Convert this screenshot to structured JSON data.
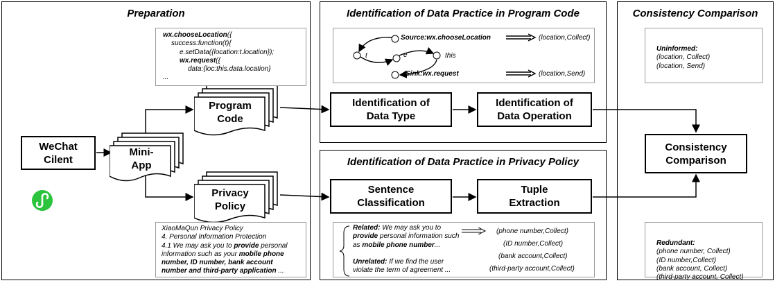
{
  "panels": {
    "preparation": "Preparation",
    "code": "Identification of Data Practice in Program Code",
    "policy": "Identification of Data Practice in Privacy Policy",
    "consistency": "Consistency Comparison"
  },
  "nodes": {
    "wechat": "WeChat\nCilent",
    "miniapp": "Mini-\nApp",
    "program_code": "Program\nCode",
    "privacy_policy": "Privacy\nPolicy",
    "data_type": "Identification of\nData Type",
    "data_operation": "Identification of\nData Operation",
    "sentence_cls": "Sentence\nClassification",
    "tuple_ext": "Tuple\nExtraction",
    "consistency_cmp": "Consistency\nComparison"
  },
  "code_snippet": {
    "l1a": "wx.chooseLocation",
    "l1b": "({",
    "l2": "success:function(t){",
    "l3": "e.setData({location:t.location});",
    "l4a": "wx.request",
    "l4b": "({",
    "l5": "data:{loc:this.data.location}",
    "l6": "..."
  },
  "flow": {
    "source": "Source:wx.chooseLocation",
    "sink": "Sink:wx.request",
    "t": "t",
    "e": "e",
    "this": "this",
    "tuple1": "(location,Collect)",
    "tuple2": "(location,Send)"
  },
  "policy_text": {
    "l1": "XiaoMaQun Privacy Policy",
    "l2": "4. Personal Information Protection",
    "l3": "4.1 We may ask you to ",
    "l3b": "provide",
    "l3c": " personal",
    "l4": "information such as your ",
    "l4b": "mobile phone",
    "l5": "number, ID number, bank account",
    "l6": "number and third-party application",
    "l6b": " ..."
  },
  "classification": {
    "related_label": "Related:",
    "related_1": " We may ask you to",
    "related_2a": "provide",
    "related_2b": " personal information such",
    "related_3a": "as ",
    "related_3b": "mobile phone number",
    "related_3c": "...",
    "unrelated_label": "Unrelated:",
    "unrelated_1": " If we find the user",
    "unrelated_2": "violate the term of agreement ...",
    "t1": "(phone number,Collect)",
    "t2": "(ID number,Collect)",
    "t3": "(bank account,Collect)",
    "t4": "(third-party account,Collect)"
  },
  "uninformed": {
    "title": "Uninformed:",
    "l1": "(location, Collect)",
    "l2": "(location, Send)"
  },
  "redundant": {
    "title": "Redundant:",
    "l1": "(phone number, Collect)",
    "l2": "(ID number,Collect)",
    "l3": "(bank account, Collect)",
    "l4": "(third-party account, Collect)"
  },
  "colors": {
    "miniprogram_logo": "#2bc43c"
  }
}
